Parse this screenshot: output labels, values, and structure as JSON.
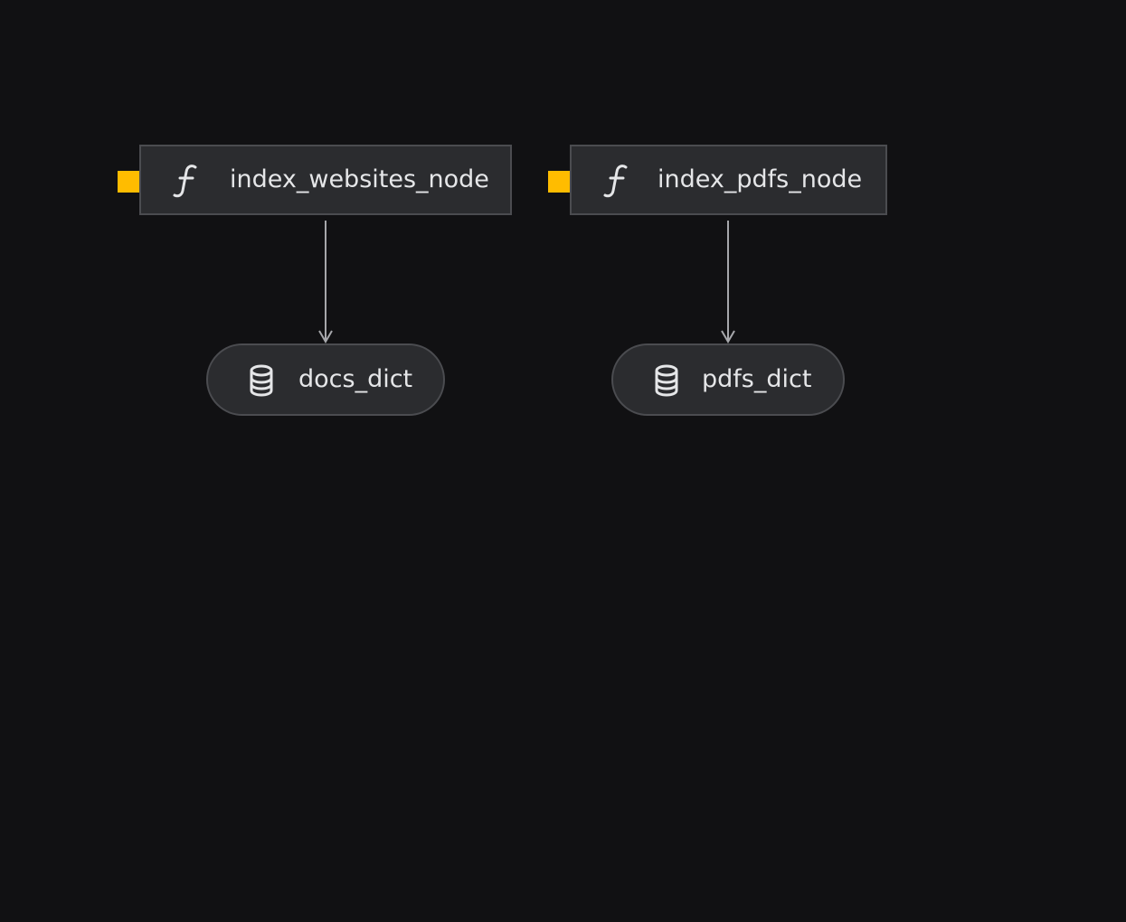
{
  "colors": {
    "background": "#111113",
    "node_fill": "#2b2c2f",
    "node_border": "#4b4c50",
    "text": "#e5e6e8",
    "edge": "#a6a7ab",
    "marker": "#ffbc00"
  },
  "nodes": {
    "index_websites": {
      "label": "index_websites_node",
      "kind": "function",
      "icon": "function-icon"
    },
    "index_pdfs": {
      "label": "index_pdfs_node",
      "kind": "function",
      "icon": "function-icon"
    },
    "docs_dict": {
      "label": "docs_dict",
      "kind": "dataset",
      "icon": "database-icon"
    },
    "pdfs_dict": {
      "label": "pdfs_dict",
      "kind": "dataset",
      "icon": "database-icon"
    }
  },
  "edges": [
    {
      "from": "index_websites_node",
      "to": "docs_dict"
    },
    {
      "from": "index_pdfs_node",
      "to": "pdfs_dict"
    }
  ]
}
